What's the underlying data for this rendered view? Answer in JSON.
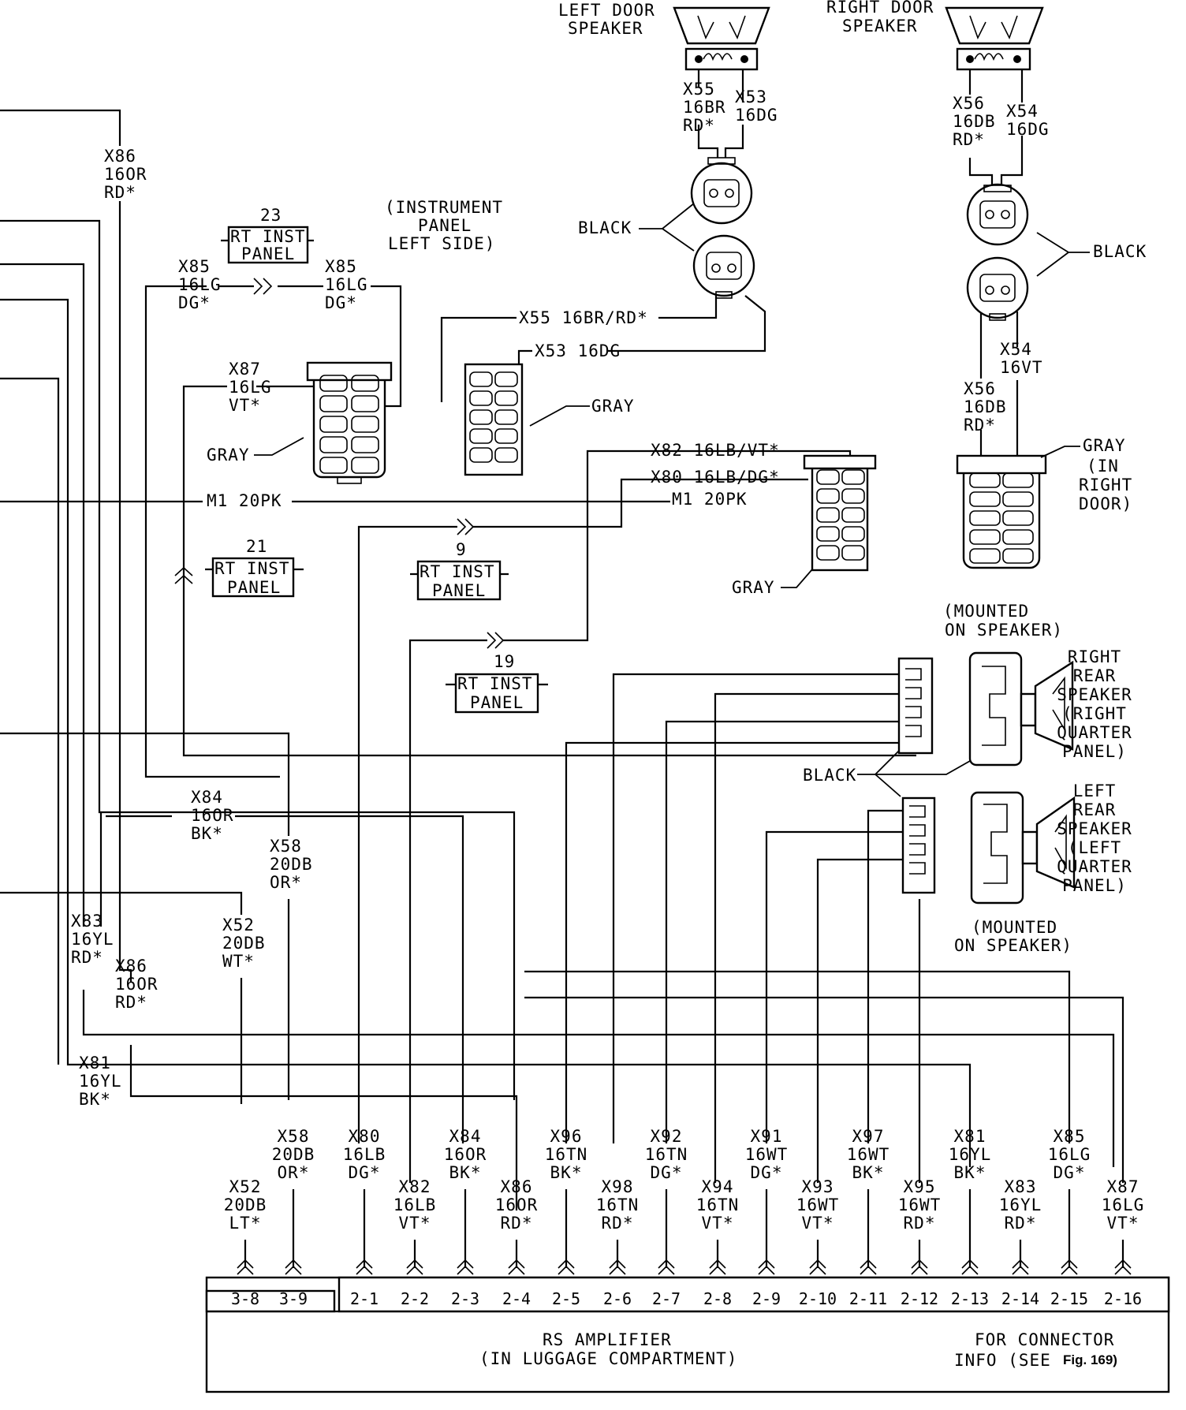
{
  "left_door_speaker": {
    "line1": "LEFT DOOR",
    "line2": "SPEAKER"
  },
  "right_door_speaker": {
    "line1": "RIGHT DOOR",
    "line2": "SPEAKER"
  },
  "wires": {
    "x55_top": [
      "X55",
      "16BR",
      "RD*"
    ],
    "x53_top": [
      "X53",
      "16DG"
    ],
    "x56_top": [
      "X56",
      "16DB",
      "RD*"
    ],
    "x54_top": [
      "X54",
      "16DG"
    ],
    "x86_top": [
      "X86",
      "16OR",
      "RD*"
    ],
    "x85_left": [
      "X85",
      "16LG",
      "DG*"
    ],
    "x85_right": [
      "X85",
      "16LG",
      "DG*"
    ],
    "x87_left": [
      "X87",
      "16LG",
      "VT*"
    ],
    "x55_horiz": "X55 16BR/RD*",
    "x53_horiz": "X53 16DG",
    "x54_right": [
      "X54",
      "16VT"
    ],
    "x56_right": [
      "X56",
      "16DB",
      "RD*"
    ],
    "x82_horiz": "X82 16LB/VT*",
    "x80_horiz": "X80 16LB/DG*",
    "m1_right": "M1 20PK",
    "m1_left": "M1 20PK",
    "x84_mid": [
      "X84",
      "16OR",
      "BK*"
    ],
    "x58_mid": [
      "X58",
      "20DB",
      "OR*"
    ],
    "x83_mid": [
      "X83",
      "16YL",
      "RD*"
    ],
    "x52_mid": [
      "X52",
      "20DB",
      "WT*"
    ],
    "x86_mid": [
      "X86",
      "16OR",
      "RD*"
    ],
    "x81_mid": [
      "X81",
      "16YL",
      "BK*"
    ]
  },
  "splices": {
    "s23": {
      "num": "23",
      "line1": "RT INST",
      "line2": "PANEL"
    },
    "s21": {
      "num": "21",
      "line1": "RT INST",
      "line2": "PANEL"
    },
    "s9": {
      "num": "9",
      "line1": "RT INST",
      "line2": "PANEL"
    },
    "s19": {
      "num": "19",
      "line1": "RT INST",
      "line2": "PANEL"
    }
  },
  "instrument_panel_note": [
    "(INSTRUMENT",
    "PANEL",
    "LEFT SIDE)"
  ],
  "connector_labels": {
    "black_left": "BLACK",
    "black_right": "BLACK",
    "gray_1": "GRAY",
    "gray_2": "GRAY",
    "gray_3": "GRAY",
    "gray_right": "GRAY",
    "gray_right_note": [
      "(IN",
      "RIGHT",
      "DOOR)"
    ],
    "black_rear": "BLACK",
    "mounted_top": [
      "(MOUNTED",
      "ON SPEAKER)"
    ],
    "mounted_bottom": [
      "(MOUNTED",
      "ON SPEAKER)"
    ]
  },
  "rear_speakers": {
    "right": [
      "RIGHT",
      "REAR",
      "SPEAKER",
      "(RIGHT",
      "QUARTER",
      "PANEL)"
    ],
    "left": [
      "LEFT",
      "REAR",
      "SPEAKER",
      "(LEFT",
      "QUARTER",
      "PANEL)"
    ]
  },
  "amp_wires": [
    [
      "X52",
      "20DB",
      "LT*"
    ],
    [
      "X58",
      "20DB",
      "OR*"
    ],
    [
      "X80",
      "16LB",
      "DG*"
    ],
    [
      "X82",
      "16LB",
      "VT*"
    ],
    [
      "X84",
      "16OR",
      "BK*"
    ],
    [
      "X86",
      "16OR",
      "RD*"
    ],
    [
      "X96",
      "16TN",
      "BK*"
    ],
    [
      "X98",
      "16TN",
      "RD*"
    ],
    [
      "X92",
      "16TN",
      "DG*"
    ],
    [
      "X94",
      "16TN",
      "VT*"
    ],
    [
      "X91",
      "16WT",
      "DG*"
    ],
    [
      "X93",
      "16WT",
      "VT*"
    ],
    [
      "X97",
      "16WT",
      "BK*"
    ],
    [
      "X95",
      "16WT",
      "RD*"
    ],
    [
      "X81",
      "16YL",
      "BK*"
    ],
    [
      "X83",
      "16YL",
      "RD*"
    ],
    [
      "X85",
      "16LG",
      "DG*"
    ],
    [
      "X87",
      "16LG",
      "VT*"
    ]
  ],
  "amp_pins": [
    "3-8",
    "3-9",
    "2-1",
    "2-2",
    "2-3",
    "2-4",
    "2-5",
    "2-6",
    "2-7",
    "2-8",
    "2-9",
    "2-10",
    "2-11",
    "2-12",
    "2-13",
    "2-14",
    "2-15",
    "2-16"
  ],
  "amplifier": {
    "line1": "RS AMPLIFIER",
    "line2": "(IN LUGGAGE COMPARTMENT)"
  },
  "connector_info": {
    "line1": "FOR CONNECTOR",
    "line2": "INFO (SEE",
    "fig": "Fig. 169)"
  }
}
